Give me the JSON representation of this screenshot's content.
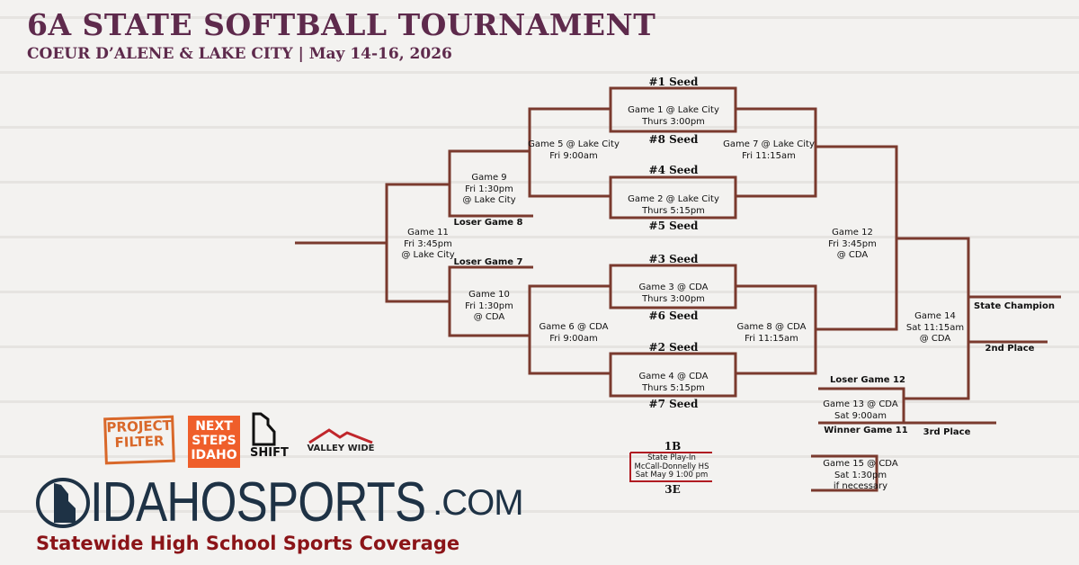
{
  "header": {
    "title": "6A STATE SOFTBALL TOURNAMENT",
    "subtitle": "COEUR D’ALENE & LAKE CITY | May 14-16, 2026"
  },
  "seeds": {
    "s1": "#1 Seed",
    "s8": "#8 Seed",
    "s4": "#4 Seed",
    "s5": "#5 Seed",
    "s3": "#3 Seed",
    "s6": "#6 Seed",
    "s2": "#2 Seed",
    "s7": "#7 Seed"
  },
  "games": {
    "g1": [
      "Game 1 @ Lake City",
      "Thurs 3:00pm"
    ],
    "g2": [
      "Game 2 @ Lake City",
      "Thurs 5:15pm"
    ],
    "g3": [
      "Game 3 @ CDA",
      "Thurs 3:00pm"
    ],
    "g4": [
      "Game 4 @ CDA",
      "Thurs 5:15pm"
    ],
    "g5": [
      "Game 5 @ Lake City",
      "Fri 9:00am"
    ],
    "g6": [
      "Game 6 @ CDA",
      "Fri 9:00am"
    ],
    "g7": [
      "Game 7 @ Lake City",
      "Fri 11:15am"
    ],
    "g8": [
      "Game 8 @ CDA",
      "Fri 11:15am"
    ],
    "g9": [
      "Game 9",
      "Fri 1:30pm",
      "@ Lake City"
    ],
    "g10": [
      "Game 10",
      "Fri 1:30pm",
      "@ CDA"
    ],
    "g11": [
      "Game 11",
      "Fri 3:45pm",
      "@ Lake City"
    ],
    "g12": [
      "Game 12",
      "Fri 3:45pm",
      "@ CDA"
    ],
    "g13": [
      "Game 13 @ CDA",
      "Sat 9:00am"
    ],
    "g14": [
      "Game 14",
      "Sat 11:15am",
      "@ CDA"
    ],
    "g15": [
      "Game 15 @ CDA",
      "Sat 1:30pm",
      "if necessary"
    ]
  },
  "labels": {
    "loser8": "Loser Game 8",
    "loser7": "Loser Game 7",
    "loser12": "Loser Game 12",
    "winner11": "Winner Game 11",
    "champion": "State Champion",
    "second": "2nd Place",
    "third": "3rd Place"
  },
  "playin": {
    "top": "1B",
    "bottom": "3E",
    "lines": [
      "State Play-In",
      "McCall-Donnelly HS",
      "Sat May 9 1:00 pm"
    ]
  },
  "sponsors": {
    "project_filter": "PROJECT FILTER",
    "next_steps": "NEXT STEPS IDAHO",
    "shift": "SHIFT",
    "valley_wide": "VALLEY WIDE"
  },
  "footer": {
    "brand_main": "IDAHOSPORTS",
    "brand_suffix": ".COM",
    "tagline": "Statewide High School Sports Coverage"
  },
  "colors": {
    "bracket": "#7a3a2e",
    "title": "#5e2a4c",
    "playin": "#b01c22"
  }
}
